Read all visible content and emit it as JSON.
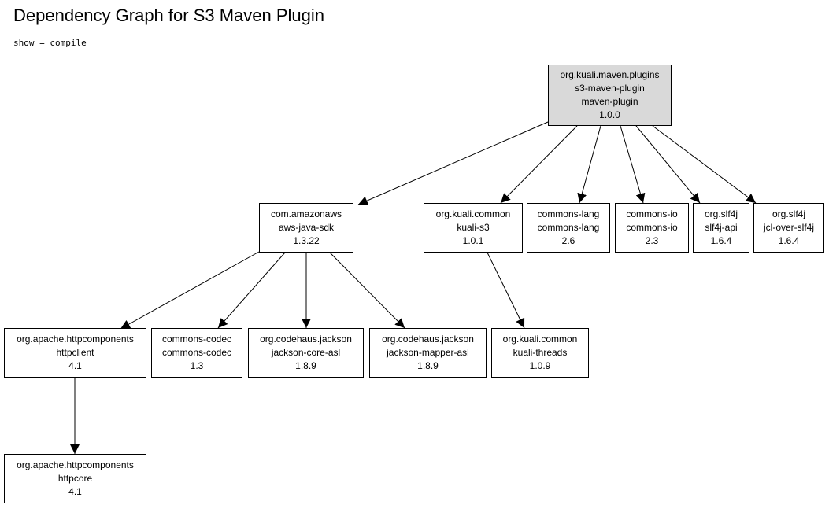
{
  "title": "Dependency Graph for S3 Maven Plugin",
  "subtitle": "show = compile",
  "colors": {
    "root_fill": "#d9d9d9",
    "node_fill": "#ffffff",
    "stroke": "#000000"
  },
  "nodes": [
    {
      "id": "s3-maven-plugin",
      "lines": [
        "org.kuali.maven.plugins",
        "s3-maven-plugin",
        "maven-plugin",
        "1.0.0"
      ]
    },
    {
      "id": "aws-java-sdk",
      "lines": [
        "com.amazonaws",
        "aws-java-sdk",
        "1.3.22"
      ]
    },
    {
      "id": "kuali-s3",
      "lines": [
        "org.kuali.common",
        "kuali-s3",
        "1.0.1"
      ]
    },
    {
      "id": "commons-lang",
      "lines": [
        "commons-lang",
        "commons-lang",
        "2.6"
      ]
    },
    {
      "id": "commons-io",
      "lines": [
        "commons-io",
        "commons-io",
        "2.3"
      ]
    },
    {
      "id": "slf4j-api",
      "lines": [
        "org.slf4j",
        "slf4j-api",
        "1.6.4"
      ]
    },
    {
      "id": "jcl-over-slf4j",
      "lines": [
        "org.slf4j",
        "jcl-over-slf4j",
        "1.6.4"
      ]
    },
    {
      "id": "httpclient",
      "lines": [
        "org.apache.httpcomponents",
        "httpclient",
        "4.1"
      ]
    },
    {
      "id": "commons-codec",
      "lines": [
        "commons-codec",
        "commons-codec",
        "1.3"
      ]
    },
    {
      "id": "jackson-core-asl",
      "lines": [
        "org.codehaus.jackson",
        "jackson-core-asl",
        "1.8.9"
      ]
    },
    {
      "id": "jackson-mapper-asl",
      "lines": [
        "org.codehaus.jackson",
        "jackson-mapper-asl",
        "1.8.9"
      ]
    },
    {
      "id": "kuali-threads",
      "lines": [
        "org.kuali.common",
        "kuali-threads",
        "1.0.9"
      ]
    },
    {
      "id": "httpcore",
      "lines": [
        "org.apache.httpcomponents",
        "httpcore",
        "4.1"
      ]
    }
  ],
  "edges": [
    {
      "from": "s3-maven-plugin",
      "to": "aws-java-sdk"
    },
    {
      "from": "s3-maven-plugin",
      "to": "kuali-s3"
    },
    {
      "from": "s3-maven-plugin",
      "to": "commons-lang"
    },
    {
      "from": "s3-maven-plugin",
      "to": "commons-io"
    },
    {
      "from": "s3-maven-plugin",
      "to": "slf4j-api"
    },
    {
      "from": "s3-maven-plugin",
      "to": "jcl-over-slf4j"
    },
    {
      "from": "aws-java-sdk",
      "to": "httpclient"
    },
    {
      "from": "aws-java-sdk",
      "to": "commons-codec"
    },
    {
      "from": "aws-java-sdk",
      "to": "jackson-core-asl"
    },
    {
      "from": "aws-java-sdk",
      "to": "jackson-mapper-asl"
    },
    {
      "from": "kuali-s3",
      "to": "kuali-threads"
    },
    {
      "from": "httpclient",
      "to": "httpcore"
    }
  ]
}
